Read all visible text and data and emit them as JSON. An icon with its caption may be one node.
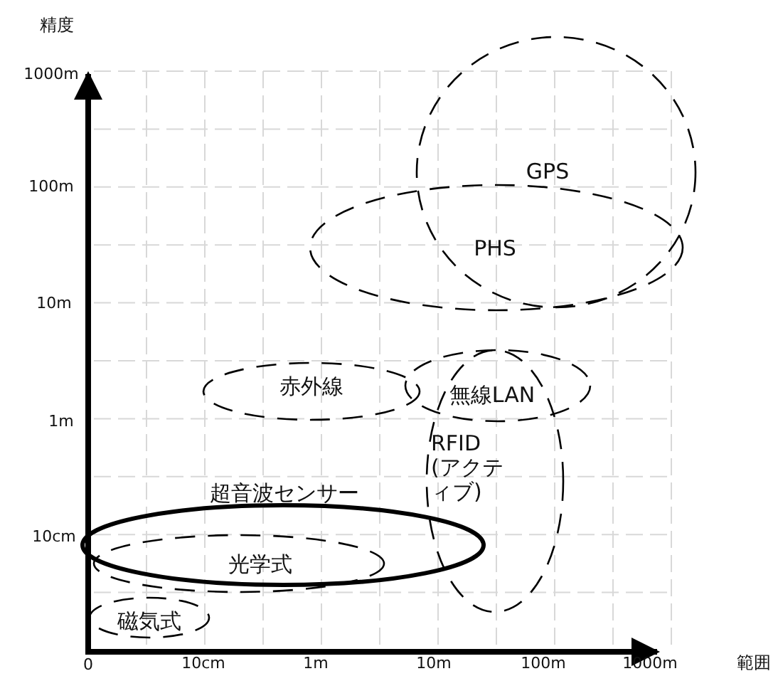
{
  "diagram": {
    "nodes": [
      {
        "text": [
          "GPS"
        ]
      },
      {
        "text": [
          "PHS"
        ]
      },
      {
        "text": [
          "赤外線"
        ]
      },
      {
        "text": [
          "無線LAN"
        ]
      },
      {
        "text": [
          "RFID (アクティブ)"
        ]
      },
      {
        "text": [
          "超音波センサー"
        ]
      },
      {
        "text": [
          "光学式"
        ]
      },
      {
        "text": [
          "磁気式"
        ]
      }
    ],
    "edges": [],
    "labels": [
      "精度",
      "1000m",
      "100m",
      "10m",
      "1m",
      "10cm",
      "0",
      "10cm",
      "1m",
      "10m",
      "100m",
      "1000m",
      "範囲"
    ]
  }
}
